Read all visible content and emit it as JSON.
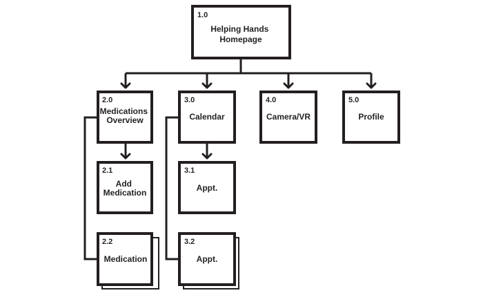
{
  "nodes": {
    "homepage": {
      "number": "1.0",
      "label": [
        "Helping Hands",
        "Homepage"
      ]
    },
    "medications_overview": {
      "number": "2.0",
      "label": [
        "Medications",
        "Overview"
      ]
    },
    "add_medication": {
      "number": "2.1",
      "label": [
        "Add",
        "Medication"
      ]
    },
    "medication": {
      "number": "2.2",
      "label": [
        "Medication"
      ]
    },
    "calendar": {
      "number": "3.0",
      "label": [
        "Calendar"
      ]
    },
    "appt_single": {
      "number": "3.1",
      "label": [
        "Appt."
      ]
    },
    "appt_multi": {
      "number": "3.2",
      "label": [
        "Appt."
      ]
    },
    "camera_vr": {
      "number": "4.0",
      "label": [
        "Camera/VR"
      ]
    },
    "profile": {
      "number": "5.0",
      "label": [
        "Profile"
      ]
    }
  },
  "colors": {
    "ink": "#231f20",
    "background": "#ffffff"
  }
}
